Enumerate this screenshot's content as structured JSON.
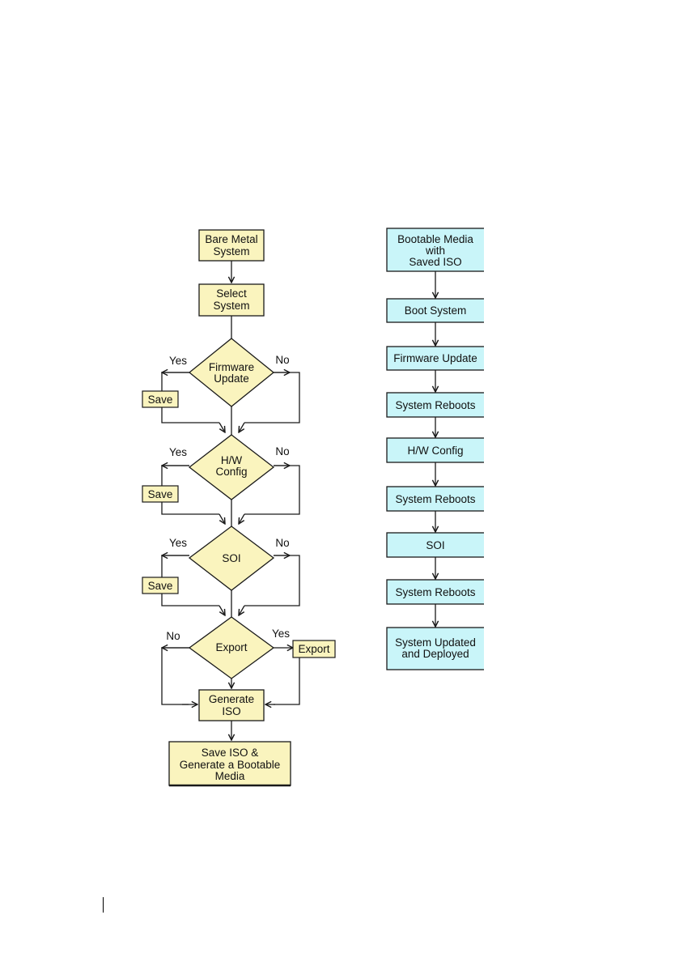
{
  "colors": {
    "process_fill": "#FAF4BE",
    "result_fill": "#C9F5F9",
    "stroke": "#1a1a1a"
  },
  "left_flow": {
    "start": [
      "Bare Metal",
      "System"
    ],
    "select": [
      "Select",
      "System"
    ],
    "firmware": [
      "Firmware",
      "Update"
    ],
    "hw_config": [
      "H/W",
      "Config"
    ],
    "soi": [
      "SOI"
    ],
    "export_decision": [
      "Export"
    ],
    "generate": [
      "Generate",
      "ISO"
    ],
    "final": [
      "Save ISO &",
      "Generate a Bootable",
      "Media"
    ],
    "save_label": "Save",
    "export_box": "Export",
    "yes": "Yes",
    "no": "No"
  },
  "right_flow": {
    "boot_media": [
      "Bootable Media",
      "with",
      "Saved ISO"
    ],
    "steps": [
      [
        "Boot System"
      ],
      [
        "Firmware Update"
      ],
      [
        "System Reboots"
      ],
      [
        "H/W Config"
      ],
      [
        "System Reboots"
      ],
      [
        "SOI"
      ],
      [
        "System Reboots"
      ]
    ],
    "final": [
      "System Updated",
      "and Deployed"
    ]
  }
}
